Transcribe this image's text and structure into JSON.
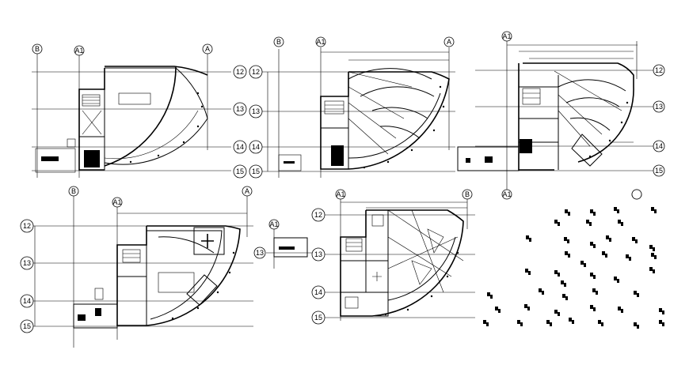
{
  "drawing": {
    "title": "",
    "grid_labels": {
      "b": "B",
      "a1": "A1",
      "a": "A",
      "r12": "12",
      "r13": "13",
      "r14": "14",
      "r15": "15"
    },
    "plans": [
      {
        "id": "plan-top-left"
      },
      {
        "id": "plan-top-middle"
      },
      {
        "id": "plan-top-right"
      },
      {
        "id": "plan-bottom-left"
      },
      {
        "id": "plan-bottom-middle"
      },
      {
        "id": "detail-block-13"
      },
      {
        "id": "scatter-symbols"
      }
    ]
  }
}
